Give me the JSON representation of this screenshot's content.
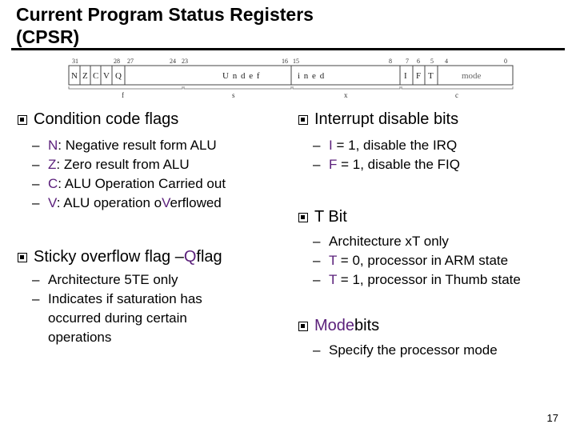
{
  "title_line1": "Current Program Status Registers",
  "title_line2": "(CPSR)",
  "diagram": {
    "bit_numbers": [
      "31",
      "28",
      "27",
      "24",
      "23",
      "16",
      "15",
      "8",
      "7",
      "6",
      "5",
      "4",
      "0"
    ],
    "flag_letters": [
      "N",
      "Z",
      "C",
      "V",
      "Q"
    ],
    "undefined_text_left": "U n d e f",
    "undefined_text_right": "i n e d",
    "control_letters": [
      "I",
      "F",
      "T"
    ],
    "mode_label": "mode",
    "field_labels": [
      "f",
      "s",
      "x",
      "c"
    ]
  },
  "left": {
    "heading1": "Condition code flags",
    "items1": [
      {
        "letter": "N",
        "text": ": Negative result form ALU"
      },
      {
        "letter": "Z",
        "text": ": Zero result from ALU"
      },
      {
        "letter": "C",
        "text": ": ALU Operation Carried out"
      },
      {
        "letter": "V",
        "text": ": ALU operation o"
      },
      {
        "letter": "V",
        "text": "erflowed"
      }
    ],
    "heading2_main": "Sticky overflow flag – ",
    "heading2_q": "Q",
    "heading2_tail": " flag",
    "items2": [
      "Architecture 5TE only",
      "Indicates if saturation has occurred during certain operations"
    ]
  },
  "right": {
    "heading1": "Interrupt disable bits",
    "items1": [
      {
        "letter": "I",
        "text": " = 1, disable the IRQ"
      },
      {
        "letter": "F",
        "text": " = 1, disable the FIQ"
      }
    ],
    "heading2": "T Bit",
    "items2_first": "Architecture x",
    "items2_first_t": "T",
    "items2_first_tail": " only",
    "items2": [
      {
        "letter": "T",
        "text": " = 0, processor in ARM state"
      },
      {
        "letter": "T",
        "text": " = 1, processor in Thumb state"
      }
    ],
    "heading3_main": "Mode",
    "heading3_tail": " bits",
    "items3": [
      "Specify the processor mode"
    ]
  },
  "page_number": "17",
  "dash": "–",
  "colors": {
    "accent": "#5a1f7a"
  }
}
